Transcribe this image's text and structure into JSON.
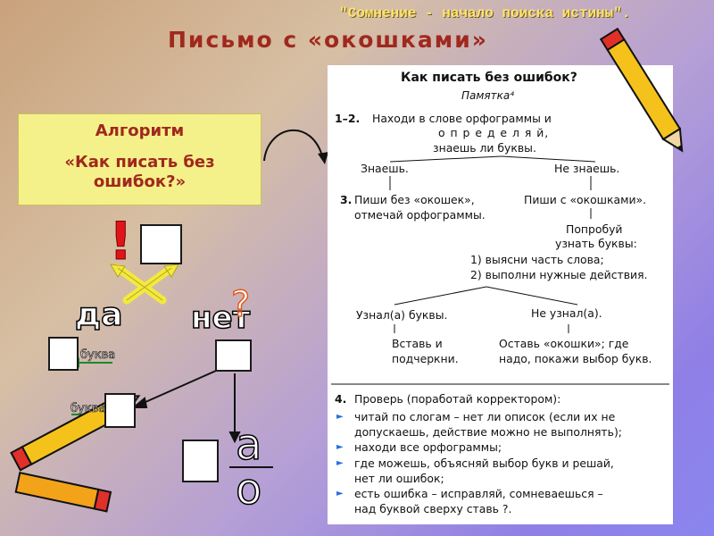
{
  "header": {
    "quote": "\"Сомнение - начало поиска истины\".",
    "title": "Письмо с «окошками»"
  },
  "algorithm": {
    "label": "Алгоритм",
    "name": "«Как писать  без ошибок?»"
  },
  "memo": {
    "title": "Как писать без ошибок?",
    "subtitle": "Памятка⁴",
    "step12_num": "1–2.",
    "step12_l1": "Находи в слове орфограммы  и",
    "step12_l2": "о п р е д е л я й,",
    "step12_l3": "знаешь ли буквы.",
    "know": "Знаешь.",
    "dont_know": "Не знаешь.",
    "step3_num": "3.",
    "write_no_windows_l1": "Пиши без «окошек»,",
    "write_no_windows_l2": "отмечай орфограммы.",
    "write_windows": "Пиши с «окошками».",
    "try_l1": "Попробуй",
    "try_l2": "узнать буквы:",
    "action1": "1)  выясни часть слова;",
    "action2": "2)  выполни нужные   действия.",
    "learned": "Узнал(а) буквы.",
    "not_learned": "Не узнал(а).",
    "insert_l1": "Вставь и",
    "insert_l2": "подчеркни.",
    "leave_l1": "Оставь «окошки»;  где",
    "leave_l2": "надо, покажи выбор букв.",
    "step4_num": "4.",
    "step4_text": "Проверь (поработай корректором):",
    "bullets": [
      "читай по слогам – нет ли описок (если их не",
      "допускаешь, действие можно не выполнять);",
      "находи все орфограммы;",
      "где можешь, объясняй выбор букв и решай,",
      "нет ли ошибок;",
      "есть ошибка – исправляй, сомневаешься –",
      "над буквой сверху ставь  ?."
    ]
  },
  "diagram": {
    "exclaim": "!",
    "question": "?",
    "yes": "да",
    "no": "нет",
    "letter_label_1": "буква",
    "letter_label_2": "буква",
    "letter_a": "а",
    "letter_o": "о"
  },
  "colors": {
    "title": "#a0281e",
    "quote": "#ffe46a",
    "exclaim": "#e0151b",
    "question": "#e45a1a",
    "arrow_yes_no": "#f2ea3c",
    "green_arrow": "#1a8a2a"
  }
}
